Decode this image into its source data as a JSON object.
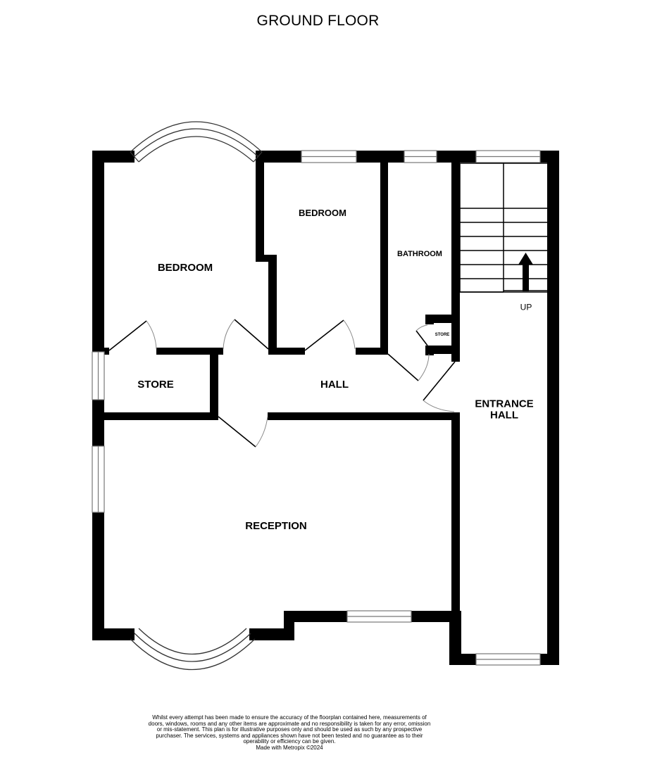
{
  "title": "GROUND FLOOR",
  "colors": {
    "wall": "#000000",
    "window_frame": "#777777",
    "background": "#ffffff",
    "door_arc": "#888888"
  },
  "rooms": {
    "bedroom_1": {
      "label": "BEDROOM"
    },
    "bedroom_2": {
      "label": "BEDROOM"
    },
    "bathroom": {
      "label": "BATHROOM"
    },
    "store_small": {
      "label": "STORE"
    },
    "store": {
      "label": "STORE"
    },
    "hall": {
      "label": "HALL"
    },
    "entrance_hall": {
      "label": "ENTRANCE\nHALL",
      "line1": "ENTRANCE",
      "line2": "HALL"
    },
    "reception": {
      "label": "RECEPTION"
    }
  },
  "stairs": {
    "direction_label": "UP",
    "icon": "arrow-up-icon"
  },
  "disclaimer": {
    "text": "Whilst every attempt has been made to ensure the accuracy of the floorplan contained here, measurements of doors, windows, rooms and any other items are approximate and no responsibility is taken for any error, omission or mis-statement. This plan is for illustrative purposes only and should be used as such by any prospective purchaser. The services, systems and appliances shown have not been tested and no guarantee as to their operability or efficiency can be given.",
    "credit": "Made with Metropix ©2024"
  }
}
